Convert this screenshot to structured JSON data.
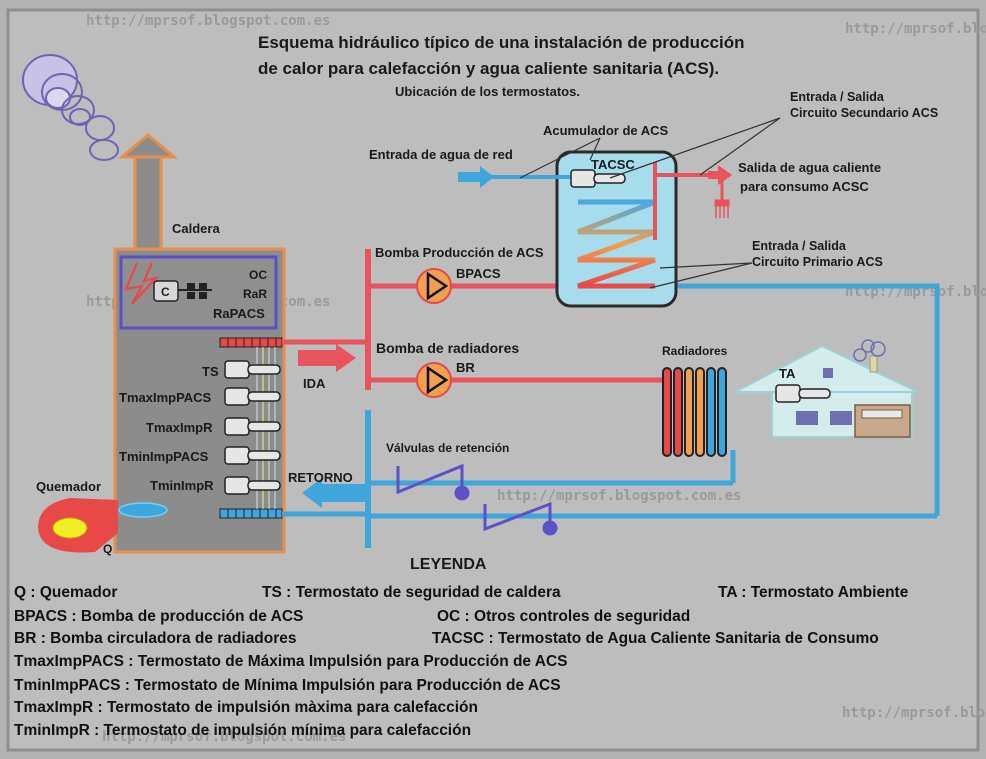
{
  "title": {
    "line1": "Esquema  hidráulico típico de una instalación de producción",
    "line2": "de calor para calefacción y agua caliente sanitaria (ACS).",
    "line3": "Ubicación de los termostatos."
  },
  "watermark": "http://mprsof.blogspot.com.es",
  "labels": {
    "caldera": "Caldera",
    "quemador": "Quemador",
    "q": "Q",
    "c": "C",
    "oc": "OC",
    "rar": "RaR",
    "rapacs": "RaPACS",
    "ts": "TS",
    "tmaximppacs": "TmaxImpPACS",
    "tmaximpr": "TmaxImpR",
    "tminimppacs": "TminImpPACS",
    "tminimpr": "TminImpR",
    "ida": "IDA",
    "retorno": "RETORNO",
    "bomba_acs": "Bomba Producción de ACS",
    "bpacs": "BPACS",
    "bomba_rad": "Bomba de radiadores",
    "br": "BR",
    "valvulas": "Válvulas de retención",
    "radiadores": "Radiadores",
    "ta": "TA",
    "acumulador": "Acumulador de ACS",
    "tacsc": "TACSC",
    "entrada_red": "Entrada de agua de red",
    "secundario_1": "Entrada / Salida",
    "secundario_2": "Circuito Secundario ACS",
    "salida_1": "Salida de agua caliente",
    "salida_2": "para consumo  ACSC",
    "primario_1": "Entrada / Salida",
    "primario_2": "Circuito Primario  ACS"
  },
  "legend": {
    "title": "LEYENDA",
    "q": "Q       : Quemador",
    "ts": "TS  : Termostato de seguridad de caldera",
    "ta": "TA  :  Termostato Ambiente",
    "bpacs": "BPACS : Bomba de producción de ACS",
    "oc": "OC      : Otros controles de seguridad",
    "br": "BR      : Bomba circuladora de radiadores",
    "tacsc": "TACSC : Termostato de Agua Caliente Sanitaria de Consumo",
    "tmaximppacs": "TmaxImpPACS  : Termostato de Máxima Impulsión para Producción de ACS",
    "tminimppacs": "TminImpPACS  : Termostato de Mínima Impulsión para Producción de ACS",
    "tmaximpr": "TmaxImpR        : Termostato de impulsión màxima para calefacción",
    "tminimpr": "TminImpR        : Termostato de impulsión mínima para calefacción"
  },
  "colors": {
    "hot": "#e8535d",
    "cold": "#3fa6dc",
    "boiler_border": "#e8904a",
    "control_border": "#5a4fc4",
    "valve": "#5b52c8"
  }
}
